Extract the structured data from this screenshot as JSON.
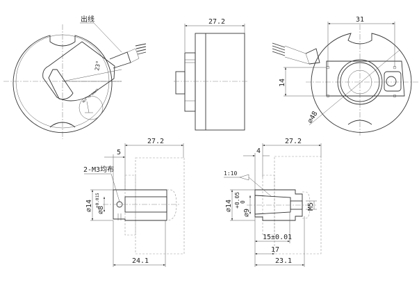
{
  "colors": {
    "line": "#333333",
    "center_line": "#888888",
    "background": "#ffffff"
  },
  "view_front": {
    "wire_label": "出线",
    "angle": "23°",
    "label_stamp": "NUT TO SHAFT"
  },
  "view_side": {
    "length": "27.2"
  },
  "view_back": {
    "width": "31",
    "height": "14",
    "diameter": "⌀48"
  },
  "section_left": {
    "length_total": "27.2",
    "flange": "5",
    "hole_note": "2-M3均布",
    "outer_dia": "⌀14",
    "bore_dia": "⌀8",
    "bore_tol": "+0.015",
    "length_shaft": "24.1"
  },
  "section_right": {
    "length_total": "27.2",
    "flange": "4",
    "taper": "1:10",
    "outer_dia": "⌀14",
    "bore_dia": "⌀9",
    "bore_tol_upper": "+0.05",
    "bore_tol_lower": "0",
    "thread": "M5",
    "depth": "15±0.01",
    "length_17": "17",
    "length_shaft": "23.1"
  }
}
